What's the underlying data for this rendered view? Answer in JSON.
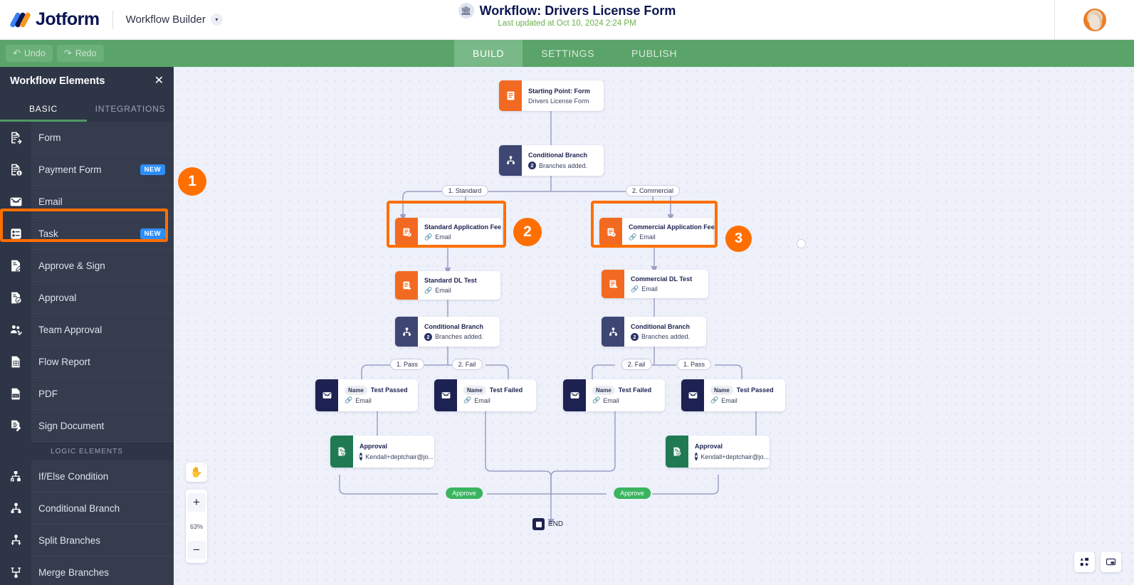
{
  "topbar": {
    "brand_name": "Jotform",
    "product_label": "Workflow Builder",
    "chevron": "▾",
    "title": "Workflow: Drivers License Form",
    "title_icon": "🏛",
    "subtitle": "Last updated at Oct 10, 2024 2:24 PM",
    "avatar_name": "user-avatar"
  },
  "greenbar": {
    "undo_label": "Undo",
    "undo_icon": "↶",
    "redo_label": "Redo",
    "redo_icon": "↷",
    "tabs": [
      {
        "label": "BUILD",
        "active": true
      },
      {
        "label": "SETTINGS",
        "active": false
      },
      {
        "label": "PUBLISH",
        "active": false
      }
    ]
  },
  "sidebar": {
    "title": "Workflow Elements",
    "close_icon": "✕",
    "tabs": [
      {
        "label": "BASIC",
        "active": true
      },
      {
        "label": "INTEGRATIONS",
        "active": false
      }
    ],
    "section_label": "LOGIC ELEMENTS",
    "items": [
      {
        "label": "Form",
        "icon": "form-icon",
        "badge": ""
      },
      {
        "label": "Payment Form",
        "icon": "payment-form-icon",
        "badge": "NEW"
      },
      {
        "label": "Email",
        "icon": "email-icon",
        "badge": ""
      },
      {
        "label": "Task",
        "icon": "task-icon",
        "badge": "NEW"
      },
      {
        "label": "Approve & Sign",
        "icon": "approve-sign-icon",
        "badge": ""
      },
      {
        "label": "Approval",
        "icon": "approval-icon",
        "badge": ""
      },
      {
        "label": "Team Approval",
        "icon": "team-approval-icon",
        "badge": ""
      },
      {
        "label": "Flow Report",
        "icon": "flow-report-icon",
        "badge": ""
      },
      {
        "label": "PDF",
        "icon": "pdf-icon",
        "badge": ""
      },
      {
        "label": "Sign Document",
        "icon": "sign-document-icon",
        "badge": ""
      }
    ],
    "logic_items": [
      {
        "label": "If/Else Condition",
        "icon": "if-else-icon",
        "badge": ""
      },
      {
        "label": "Conditional Branch",
        "icon": "conditional-branch-icon",
        "badge": ""
      },
      {
        "label": "Split Branches",
        "icon": "split-branches-icon",
        "badge": ""
      },
      {
        "label": "Merge Branches",
        "icon": "merge-branches-icon",
        "badge": ""
      }
    ]
  },
  "canvas": {
    "nodes": [
      {
        "id": "start",
        "title": "Starting Point: Form",
        "sub": "Drivers License Form",
        "sub_kind": "plain",
        "color": "orange"
      },
      {
        "id": "branch1",
        "title": "Conditional Branch",
        "sub": "Branches added.",
        "sub_kind": "count",
        "count": "2",
        "color": "navy"
      },
      {
        "id": "stdfee",
        "title": "Standard Application Fee",
        "sub": "Email",
        "sub_kind": "link",
        "color": "orange"
      },
      {
        "id": "comfee",
        "title": "Commercial Application Fee",
        "sub": "Email",
        "sub_kind": "link",
        "color": "orange"
      },
      {
        "id": "stdtest",
        "title": "Standard DL Test",
        "sub": "Email",
        "sub_kind": "link",
        "color": "orange"
      },
      {
        "id": "comtest",
        "title": "Commercial DL Test",
        "sub": "Email",
        "sub_kind": "link",
        "color": "orange"
      },
      {
        "id": "branch2",
        "title": "Conditional Branch",
        "sub": "Branches added.",
        "sub_kind": "count",
        "count": "2",
        "color": "navy"
      },
      {
        "id": "branch3",
        "title": "Conditional Branch",
        "sub": "Branches added.",
        "sub_kind": "count",
        "count": "2",
        "color": "navy"
      },
      {
        "id": "mail1",
        "title": "Test Passed",
        "sub": "Email",
        "sub_kind": "link",
        "color": "dark",
        "name_pill": "Name"
      },
      {
        "id": "mail2",
        "title": "Test Failed",
        "sub": "Email",
        "sub_kind": "link",
        "color": "dark",
        "name_pill": "Name"
      },
      {
        "id": "mail3",
        "title": "Test Failed",
        "sub": "Email",
        "sub_kind": "link",
        "color": "dark",
        "name_pill": "Name"
      },
      {
        "id": "mail4",
        "title": "Test Passed",
        "sub": "Email",
        "sub_kind": "link",
        "color": "dark",
        "name_pill": "Name"
      },
      {
        "id": "approval1",
        "title": "Approval",
        "sub": "Kendall+deptchair@jo...",
        "sub_kind": "user",
        "color": "green"
      },
      {
        "id": "approval2",
        "title": "Approval",
        "sub": "Kendall+deptchair@jo...",
        "sub_kind": "user",
        "color": "green"
      }
    ],
    "edge_labels": [
      {
        "id": "l1",
        "text": "1. Standard"
      },
      {
        "id": "l2",
        "text": "2. Commercial"
      },
      {
        "id": "l3",
        "text": "1. Pass"
      },
      {
        "id": "l4",
        "text": "2. Fail"
      },
      {
        "id": "l5",
        "text": "2. Fail"
      },
      {
        "id": "l6",
        "text": "1. Pass"
      },
      {
        "id": "l7",
        "text": "Approve",
        "style": "green"
      },
      {
        "id": "l8",
        "text": "Approve",
        "style": "green"
      }
    ],
    "end_label": "END",
    "zoom": {
      "hand_icon": "✋",
      "plus": "+",
      "percent": "63%",
      "minus": "−"
    },
    "bottom_right": [
      {
        "icon": "shapes-icon"
      },
      {
        "icon": "minimap-icon"
      }
    ]
  },
  "annotations": [
    {
      "num": "1",
      "target": "payment-form-sidebar-item"
    },
    {
      "num": "2",
      "target": "standard-application-fee-node"
    },
    {
      "num": "3",
      "target": "commercial-application-fee-node"
    }
  ],
  "colors": {
    "accent_orange": "#ff6f00",
    "node_orange": "#f26a21",
    "node_navy": "#3e4673",
    "node_dark": "#1d2252",
    "node_green": "#1f7a53",
    "green_bar": "#5aa469",
    "badge_blue": "#2e8ef7",
    "canvas_bg": "#eef0fa"
  }
}
